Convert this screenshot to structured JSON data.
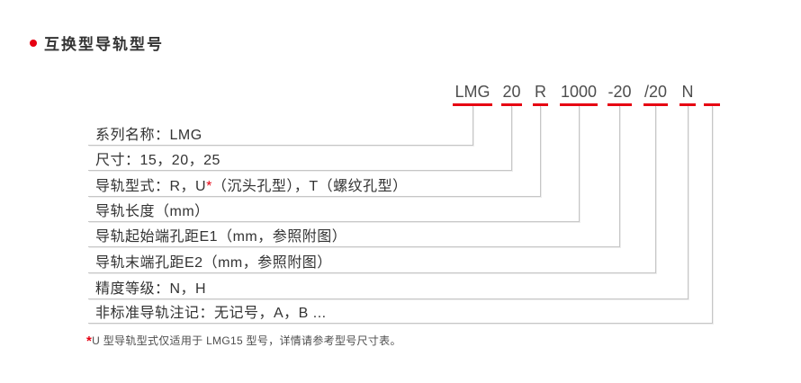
{
  "title": {
    "text": "互换型导轨型号"
  },
  "code": {
    "segments": [
      {
        "name": "series",
        "text": "LMG"
      },
      {
        "name": "size",
        "text": "20"
      },
      {
        "name": "rail-type",
        "text": "R"
      },
      {
        "name": "rail-length",
        "text": "1000"
      },
      {
        "name": "hole-pitch-e1",
        "text": "-20"
      },
      {
        "name": "hole-pitch-e2",
        "text": "/20"
      },
      {
        "name": "accuracy",
        "text": "N"
      },
      {
        "name": "nonstandard",
        "text": ""
      }
    ]
  },
  "rows": [
    {
      "pre": "系列名称：LMG",
      "star": "",
      "post": ""
    },
    {
      "pre": "尺寸：15，20，25",
      "star": "",
      "post": ""
    },
    {
      "pre": "导轨型式：R，U",
      "star": "*",
      "post": "（沉头孔型），T（螺纹孔型）"
    },
    {
      "pre": "导轨长度（mm）",
      "star": "",
      "post": ""
    },
    {
      "pre": "导轨起始端孔距E1（mm，参照附图）",
      "star": "",
      "post": ""
    },
    {
      "pre": "导轨末端孔距E2（mm，参照附图）",
      "star": "",
      "post": ""
    },
    {
      "pre": "精度等级：N，H",
      "star": "",
      "post": ""
    },
    {
      "pre": "非标准导轨注记：无记号，A，B ...",
      "star": "",
      "post": ""
    }
  ],
  "footnote": {
    "star": "*",
    "text": "U 型导轨型式仅适用于 LMG15 型号，详情请参考型号尺寸表。"
  },
  "colors": {
    "accent_red": "#e60012",
    "connector_gray": "#c6c6c6",
    "text_dark": "#333333",
    "code_text": "#4d4d4d"
  }
}
